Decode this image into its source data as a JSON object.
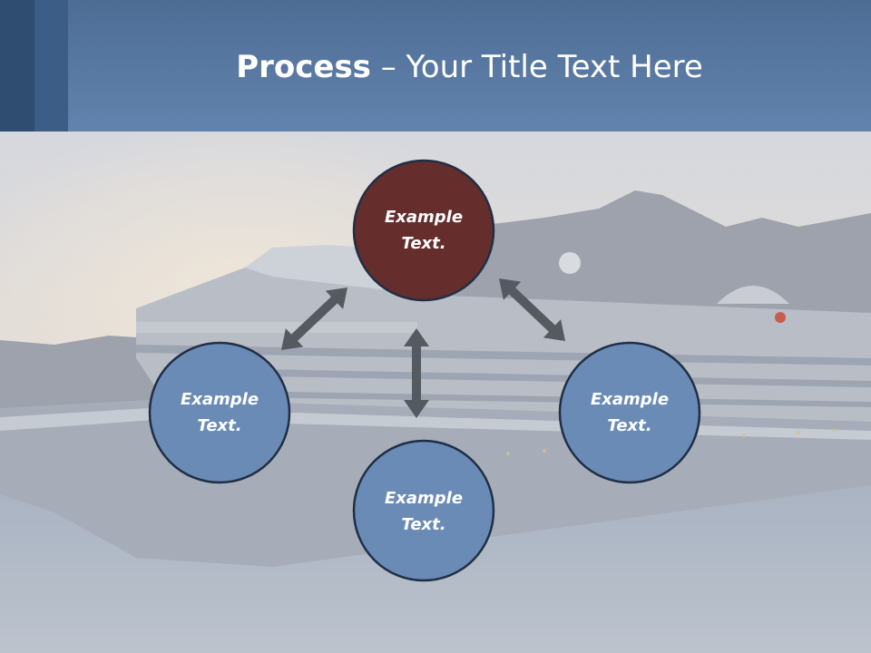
{
  "slide": {
    "title_bold": "Process",
    "title_rest": " – Your Title Text Here"
  },
  "diagram": {
    "nodes": [
      {
        "id": "top",
        "label_line1": "Example",
        "label_line2": "Text.",
        "color": "#662d2d"
      },
      {
        "id": "left",
        "label_line1": "Example",
        "label_line2": "Text.",
        "color": "#6a8bb6"
      },
      {
        "id": "right",
        "label_line1": "Example",
        "label_line2": "Text.",
        "color": "#6a8bb6"
      },
      {
        "id": "bottom",
        "label_line1": "Example",
        "label_line2": "Text.",
        "color": "#6a8bb6"
      }
    ],
    "node_border": "#1f2f45",
    "arrow_color": "#555a60"
  }
}
